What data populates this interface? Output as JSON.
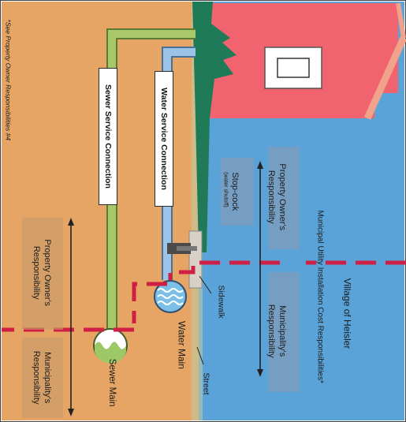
{
  "diagram": {
    "title": "Village of Heisler",
    "subtitle": "Municipal Utility Installation Cost Responsibilities*",
    "footnote": "*See Property Owner Responsibilities #4",
    "pipes": {
      "water_service": "Water Service Connection",
      "sewer_service": "Sewer Service Connection"
    },
    "components": {
      "stop_cock": "Stop-cock",
      "stop_cock_note": "(water shutoff)",
      "sidewalk": "Sidewalk",
      "street": "Street",
      "water_main": "Water Main",
      "sewer_main": "Sewer Main"
    },
    "responsibility": {
      "owner_upper": "Property Owner's\nResponsibility",
      "municipality_upper": "Municipality's\nResponsibility",
      "owner_lower": "Property Owner's\nResponsibility",
      "municipality_lower": "Municipality's\nResponsibility"
    },
    "colors": {
      "soil": "#e6a565",
      "sky": "#5aa3d8",
      "house": "#f0636f",
      "tree": "#1f7a57",
      "water_pipe": "#8fb8e0",
      "sewer_pipe": "#a8c86a",
      "boundary": "#d01f44"
    }
  }
}
